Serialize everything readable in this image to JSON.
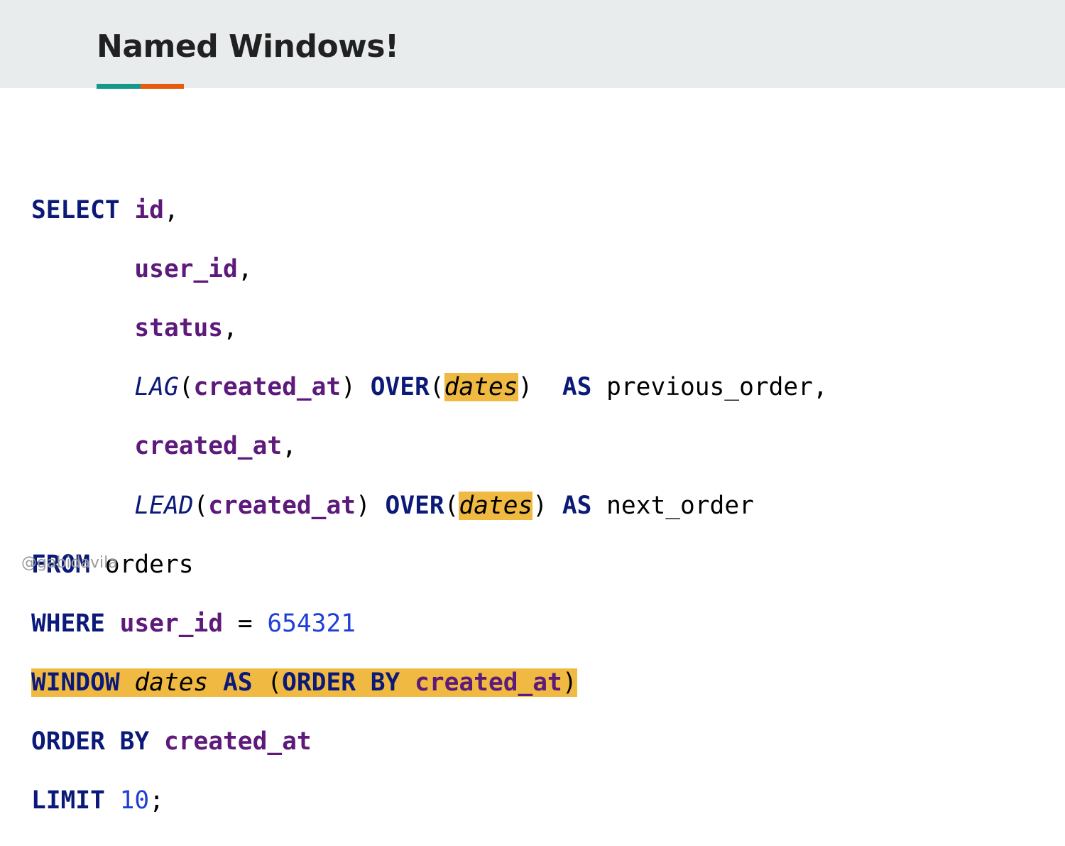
{
  "slide": {
    "title": "Named Windows!",
    "footer_handle": "@gabidavila"
  },
  "code": {
    "select": "SELECT",
    "id": "id",
    "user_id": "user_id",
    "status": "status",
    "lag": "LAG",
    "lead": "LEAD",
    "created_at": "created_at",
    "over": "OVER",
    "dates": "dates",
    "as": "AS",
    "previous_order": "previous_order",
    "next_order": "next_order",
    "from": "FROM",
    "orders": "orders",
    "where": "WHERE",
    "user_id_value": "654321",
    "window": "WINDOW",
    "order_by": "ORDER BY",
    "limit": "LIMIT",
    "limit_value": "10"
  },
  "colors": {
    "header_bg": "#e8ecec",
    "accent_teal": "#14988c",
    "accent_orange": "#e85a0c",
    "keyword": "#0b1a78",
    "column": "#5e1a7a",
    "number": "#1f3fd6",
    "highlight": "#f0b942"
  }
}
